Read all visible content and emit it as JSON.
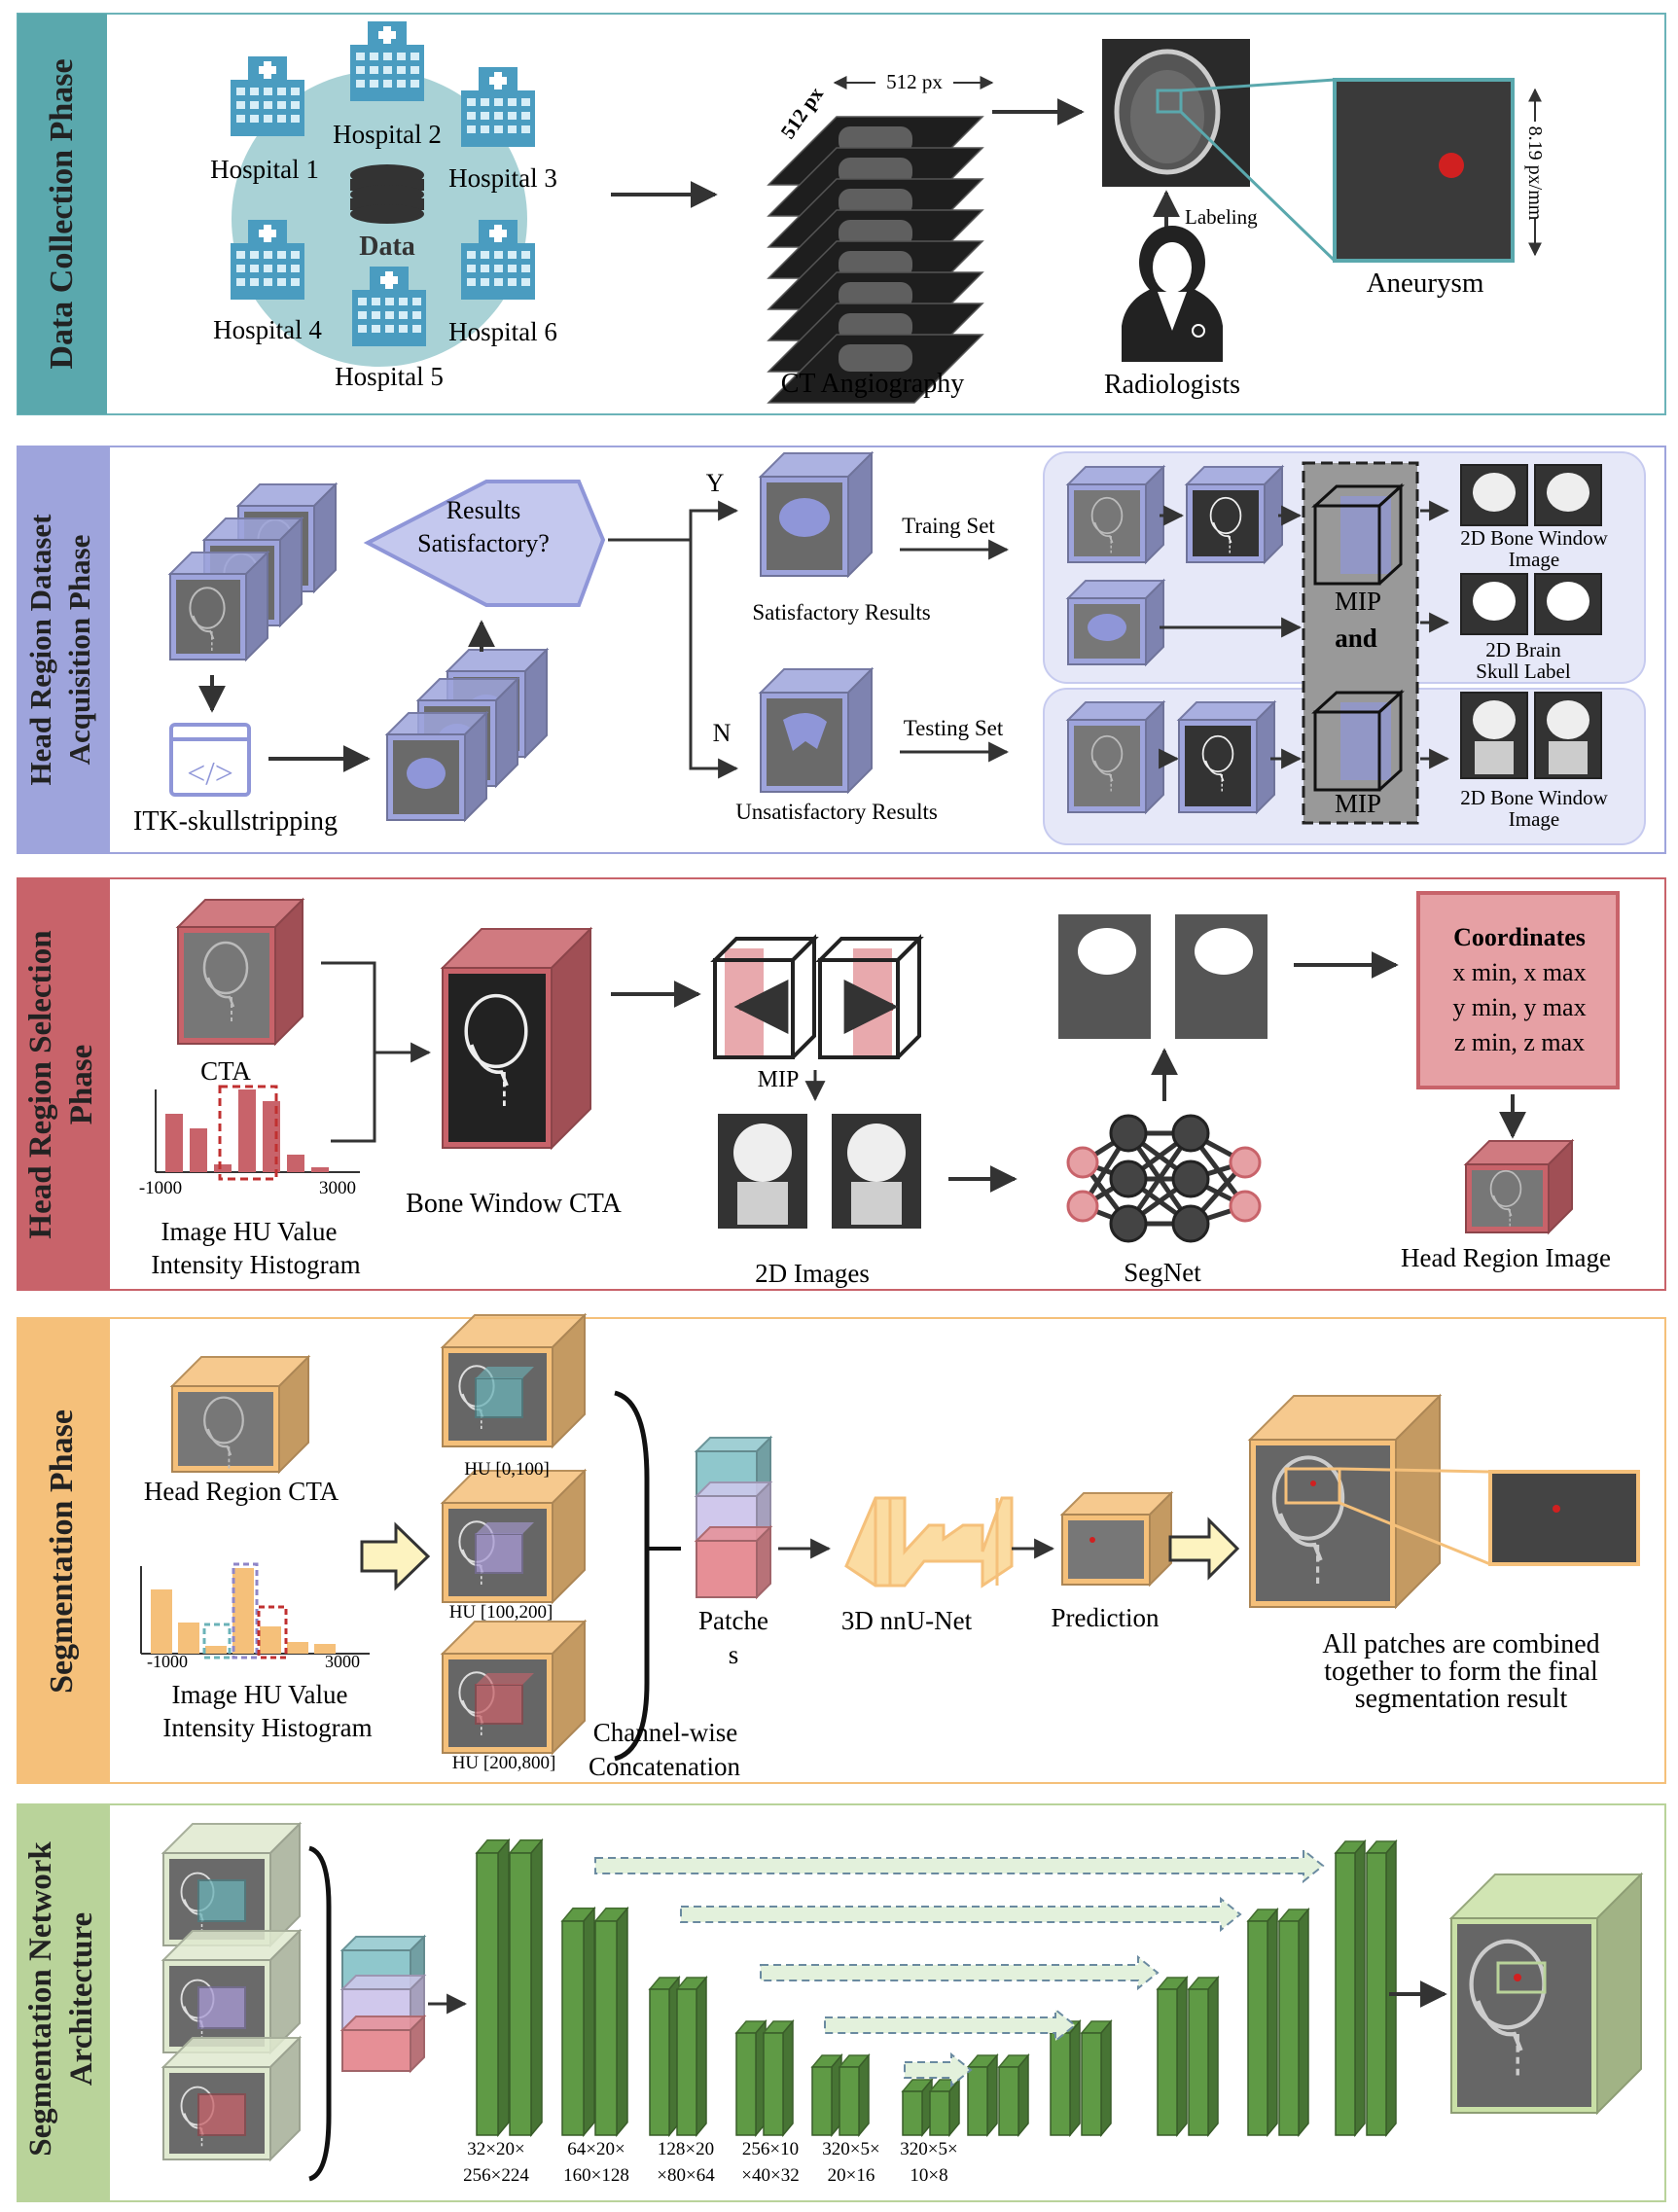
{
  "phases": {
    "p1": {
      "title": "Data Collection Phase",
      "hospitals": [
        "Hospital 1",
        "Hospital 2",
        "Hospital 3",
        "Hospital 4",
        "Hospital 5",
        "Hospital 6"
      ],
      "data_label": "Data",
      "dim_width": "512 px",
      "dim_height": "512 px",
      "ct_label": "CT Angiography",
      "labeling": "Labeling",
      "radiologists": "Radiologists",
      "aneurysm": "Aneurysm",
      "scale": "8.19 px/mm"
    },
    "p2": {
      "title_line1": "Head Region Dataset",
      "title_line2": "Acquisition Phase",
      "decision_line1": "Results",
      "decision_line2": "Satisfactory?",
      "itk": "ITK-skullstripping",
      "yes": "Y",
      "no": "N",
      "satisfactory": "Satisfactory Results",
      "unsatisfactory": "Unsatisfactory Results",
      "training": "Traing Set",
      "testing": "Testing Set",
      "mip_and_1": "MIP",
      "mip_and_2": "and",
      "mip": "MIP",
      "bone_window_1a": "2D Bone Window",
      "bone_window_1b": "Image",
      "brain_label_a": "2D Brain",
      "brain_label_b": "Skull Label",
      "bone_window_2a": "2D Bone Window",
      "bone_window_2b": "Image"
    },
    "p3": {
      "title_line1": "Head Region Selection",
      "title_line2": "Phase",
      "cta": "CTA",
      "hist_min": "-1000",
      "hist_max": "3000",
      "hist_label_1": "Image HU Value",
      "hist_label_2": "Intensity Histogram",
      "bone_window_cta": "Bone Window CTA",
      "mip": "MIP",
      "images_2d": "2D Images",
      "segnet": "SegNet",
      "coords_title": "Coordinates",
      "coords_x": "x min, x max",
      "coords_y": "y min, y max",
      "coords_z": "z min, z max",
      "head_region_image": "Head Region Image"
    },
    "p4": {
      "title": "Segmentation Phase",
      "head_region_cta": "Head Region CTA",
      "hist_min": "-1000",
      "hist_max": "3000",
      "hist_label_1": "Image HU Value",
      "hist_label_2": "Intensity Histogram",
      "hu1": "HU [0,100]",
      "hu2": "HU [100,200]",
      "hu3": "HU [200,800]",
      "channel_1": "Channel-wise",
      "channel_2": "Concatenation",
      "patches_1": "Patche",
      "patches_2": "s",
      "nnunet": "3D nnU-Net",
      "prediction": "Prediction",
      "combined_1": "All patches are combined",
      "combined_2": "together to form the final",
      "combined_3": "segmentation result"
    },
    "p5": {
      "title_line1": "Segmentation Network",
      "title_line2": "Architecture",
      "dims": [
        {
          "a": "32×20×",
          "b": "256×224"
        },
        {
          "a": "64×20×",
          "b": "160×128"
        },
        {
          "a": "128×20",
          "b": "×80×64"
        },
        {
          "a": "256×10",
          "b": "×40×32"
        },
        {
          "a": "320×5×",
          "b": "20×16"
        },
        {
          "a": "320×5×",
          "b": "10×8"
        }
      ]
    }
  },
  "colors": {
    "teal": "#6bb3b8",
    "purple": "#9ea4dc",
    "red": "#c8636a",
    "orange": "#f5c07a",
    "green": "#b9d39a",
    "net_green": "#5f9a45"
  }
}
